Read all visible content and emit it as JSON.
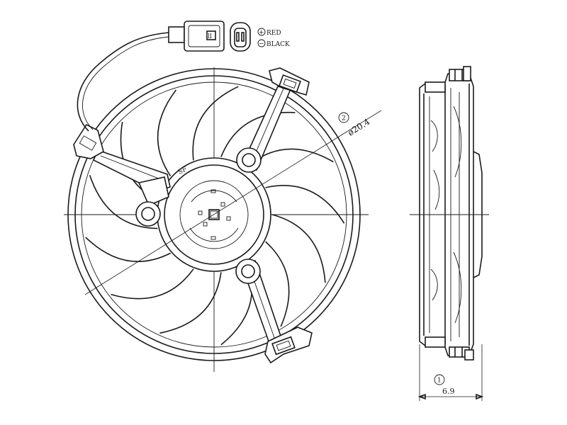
{
  "connector": {
    "pin_mark": "ll",
    "positive_symbol": "+",
    "negative_symbol": "−",
    "positive_label": "RED",
    "negative_label": "BLACK"
  },
  "callouts": {
    "diameter_ref": "2",
    "depth_ref": "1"
  },
  "dimensions": {
    "diameter_value": "ø20.4",
    "depth_value": "6.9"
  },
  "hub": {
    "stamp": "SF"
  }
}
